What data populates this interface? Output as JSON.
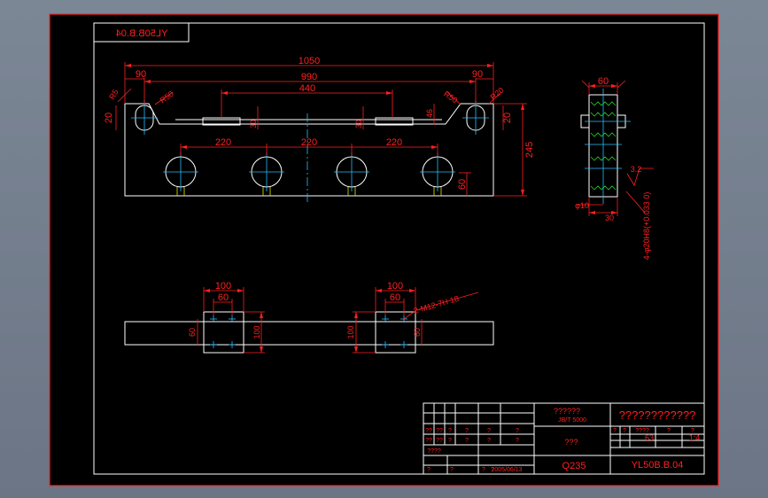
{
  "drawing": {
    "stamp": "YL50B.B.04",
    "dims_front": {
      "overall": "1050",
      "span": "990",
      "inner": "440",
      "left_w": "90",
      "right_w": "90",
      "r_left": "R5",
      "r_left_big": "R50",
      "r_right": "R20",
      "r_right_big": "R50",
      "h_left": "20",
      "h_right": "20",
      "h_46": "46",
      "h_30a": "30",
      "h_30b": "30",
      "pitch1": "220",
      "pitch2": "220",
      "pitch3": "220",
      "height": "245",
      "h_60": "60"
    },
    "dims_side": {
      "width": "60",
      "hole_dia": "φ10",
      "spacing": "30",
      "roughness": "3.2",
      "hole_note": "4-φ20H8(+0.033 0)"
    },
    "dims_plan": {
      "left_w100": "100",
      "left_w60": "60",
      "left_h60": "60",
      "left_h100": "100",
      "right_w100": "100",
      "right_w60": "60",
      "right_h100": "100",
      "right_h60": "60",
      "thread_note": "2-M12-7H 18"
    }
  },
  "title_block": {
    "standard_code": "??????",
    "standard_ref": "JB/T 5000",
    "drawing_title": "????????????",
    "cells_row1": [
      "??",
      "??",
      "?",
      "?",
      "?",
      "?"
    ],
    "cells_row2": [
      "??",
      "??",
      "?",
      "?",
      "?",
      "?"
    ],
    "cells_row3": [
      "?",
      "?",
      "??",
      "??",
      "?",
      "?",
      "?",
      "?"
    ],
    "cells_row4": [
      "????"
    ],
    "cells_left_bottom": [
      "?",
      "?",
      "?",
      "?"
    ],
    "date": "2005/06/13",
    "part_name": "???",
    "stage_labels": [
      "?",
      "?",
      "????",
      "?",
      "?"
    ],
    "scale": "1:4",
    "weight": "63",
    "material": "Q235",
    "code": "YL50B.B.04"
  }
}
